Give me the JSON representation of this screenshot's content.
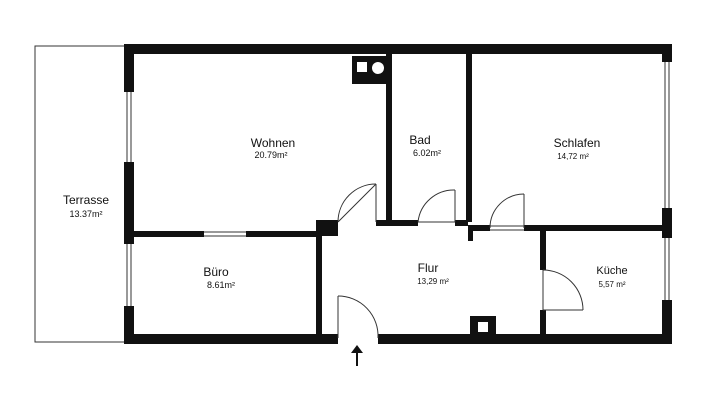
{
  "rooms": {
    "terrasse": {
      "name": "Terrasse",
      "area": "13.37m²"
    },
    "wohnen": {
      "name": "Wohnen",
      "area": "20.79m²"
    },
    "bad": {
      "name": "Bad",
      "area": "6.02m²"
    },
    "schlafen": {
      "name": "Schlafen",
      "area": "14,72 m²"
    },
    "buero": {
      "name": "Büro",
      "area": "8.61m²"
    },
    "flur": {
      "name": "Flur",
      "area": "13,29 m²"
    },
    "kueche": {
      "name": "Küche",
      "area": "5,57 m²"
    }
  },
  "colors": {
    "wall": "#111111",
    "background": "#ffffff",
    "line": "#333333"
  },
  "icons": {
    "entrance": "up-arrow-icon",
    "chimney": "chimney-icon"
  }
}
